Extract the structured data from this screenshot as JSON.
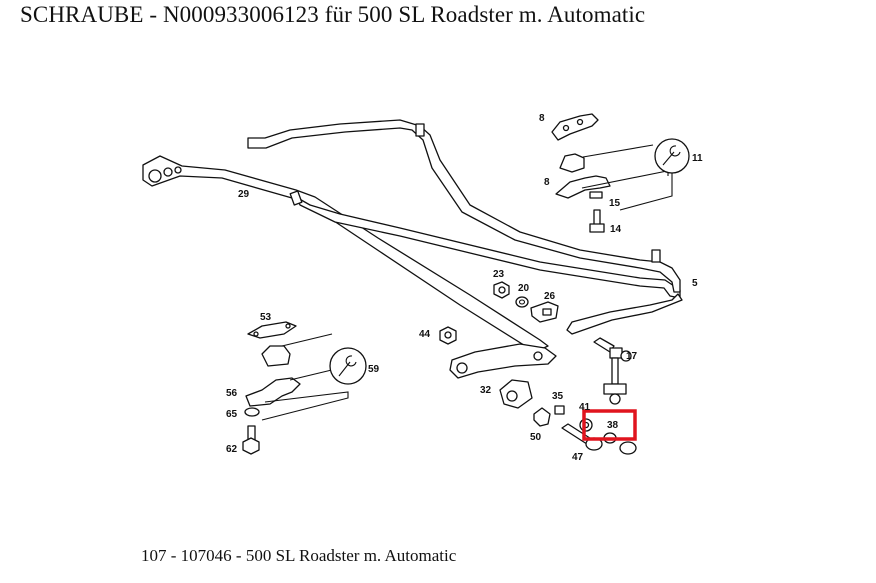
{
  "page": {
    "title": "SCHRAUBE  - N000933006123 für 500 SL Roadster m. Automatic",
    "footer": "107 - 107046 - 500 SL Roadster m. Automatic"
  },
  "diagram": {
    "highlight_color": "#e0141e",
    "highlighted_part": "38",
    "part_numbers": {
      "p5": "5",
      "p8a": "8",
      "p8b": "8",
      "p11": "11",
      "p14": "14",
      "p15": "15",
      "p17": "17",
      "p20": "20",
      "p23": "23",
      "p26": "26",
      "p29": "29",
      "p32": "32",
      "p35": "35",
      "p38": "38",
      "p41": "41",
      "p44": "44",
      "p47": "47",
      "p50": "50",
      "p53": "53",
      "p56": "56",
      "p59": "59",
      "p62": "62",
      "p65": "65"
    },
    "icons": [
      "wrench-icon",
      "wrench-icon"
    ]
  }
}
